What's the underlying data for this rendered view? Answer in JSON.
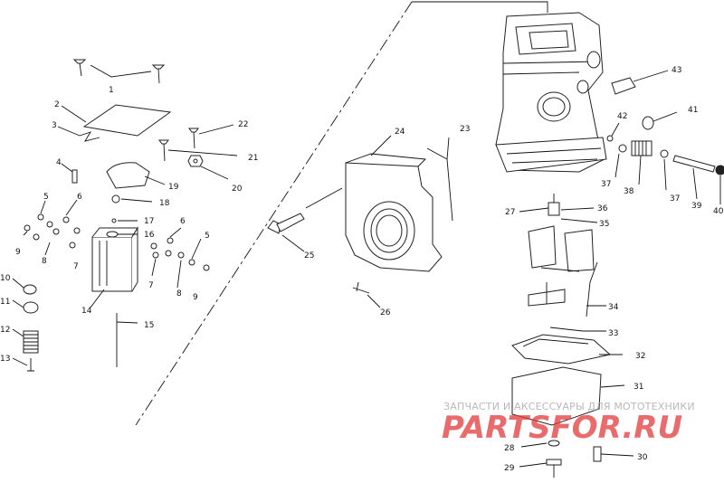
{
  "labels": {
    "l1": "1",
    "l2": "2",
    "l3": "3",
    "l4": "4",
    "l5a": "5",
    "l6a": "6",
    "l5b": "5",
    "l6b": "6",
    "l7a": "7",
    "l7b": "7",
    "l8a": "8",
    "l8b": "8",
    "l9a": "9",
    "l9b": "9",
    "l10": "10",
    "l11": "11",
    "l12": "12",
    "l13": "13",
    "l14": "14",
    "l15": "15",
    "l16": "16",
    "l17": "17",
    "l18": "18",
    "l19": "19",
    "l20": "20",
    "l21": "21",
    "l22": "22",
    "l23": "23",
    "l24": "24",
    "l25": "25",
    "l26": "26",
    "l27": "27",
    "l28": "28",
    "l29": "29",
    "l30": "30",
    "l31": "31",
    "l32": "32",
    "l33": "33",
    "l34": "34",
    "l35": "35",
    "l36": "36",
    "l37a": "37",
    "l37b": "37",
    "l38": "38",
    "l39": "39",
    "l40": "40",
    "l41": "41",
    "l42": "42",
    "l43": "43"
  },
  "watermark": {
    "subtitle": "ЗАПЧАСТИ И АКСЕССУАРЫ ДЛЯ МОТОТЕХНИКИ",
    "brand": "PARTSFOR.RU"
  }
}
